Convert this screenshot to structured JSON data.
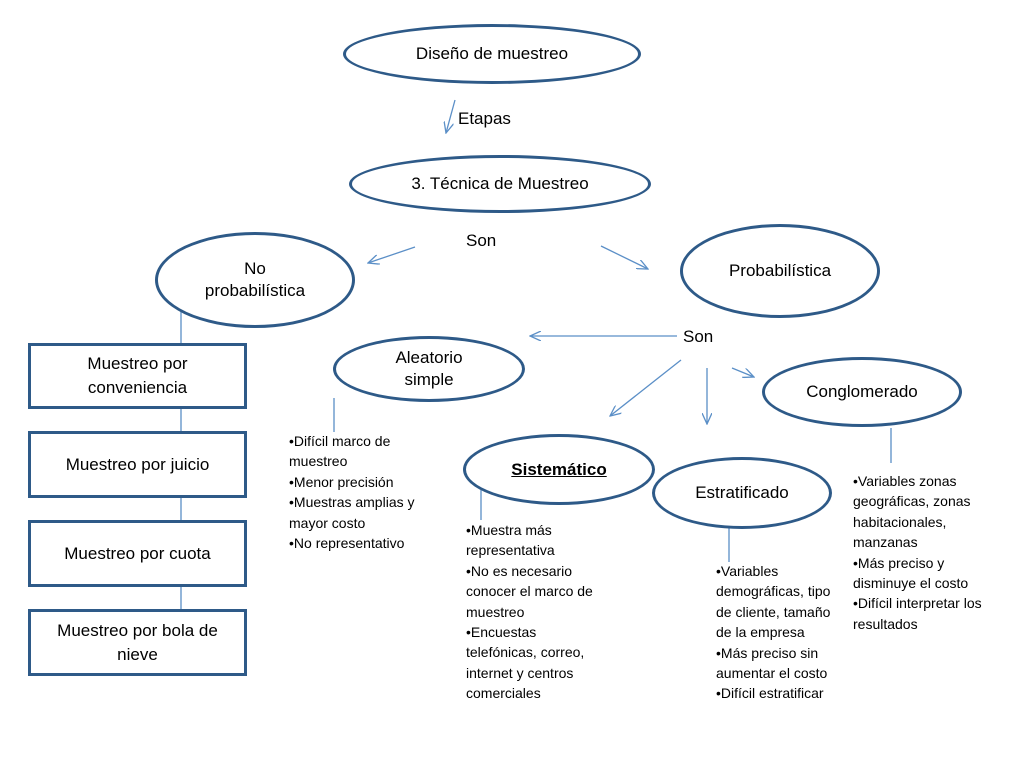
{
  "title": "Diseño de muestreo",
  "labels": {
    "etapas": "Etapas",
    "son_top": "Son",
    "son_mid": "Son"
  },
  "nodes": {
    "tecnica": "3. Técnica de Muestreo",
    "no_prob": "No probabilística",
    "prob": "Probabilística",
    "aleatorio": "Aleatorio simple",
    "sistematico": "Sistemático",
    "estratificado": "Estratificado",
    "conglomerado": "Conglomerado"
  },
  "non_prob_methods": [
    "Muestreo por conveniencia",
    "Muestreo por juicio",
    "Muestreo por cuota",
    "Muestreo por bola de nieve"
  ],
  "notes": {
    "aleatorio": [
      "•Difícil marco  de muestreo",
      "•Menor precisión",
      "•Muestras amplias y mayor costo",
      "•No representativo"
    ],
    "sistematico": [
      "•Muestra más representativa",
      "•No es necesario conocer el marco de muestreo",
      "•Encuestas telefónicas, correo, internet y centros comerciales"
    ],
    "estratificado": [
      "•Variables demográficas, tipo de cliente, tamaño de la empresa",
      "•Más preciso sin aumentar el costo",
      "•Difícil estratificar"
    ],
    "conglomerado": [
      "•Variables zonas geográficas, zonas habitacionales, manzanas",
      "•Más preciso y disminuye el costo",
      "•Difícil interpretar los resultados"
    ]
  },
  "colors": {
    "outline": "#2e5a88",
    "arrow": "#5b8fc7"
  }
}
